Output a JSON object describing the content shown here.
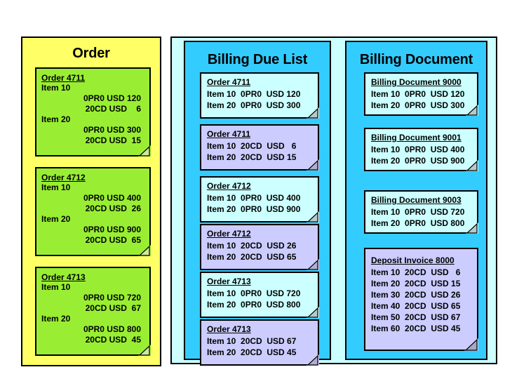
{
  "diagram": {
    "title_order": "Order",
    "title_billing_due_list": "Billing Due List",
    "title_billing_document": "Billing Document",
    "colors": {
      "order_panel": "#ffff66",
      "billing_panel": "#33ccff",
      "outer_container": "#ccffff",
      "order_card": "#99ee33",
      "standard_card": "#ccffff",
      "deposit_card": "#ccccff",
      "border": "#000000"
    }
  },
  "order_column": {
    "cards": [
      {
        "title": "Order 4711",
        "items": [
          {
            "label": "Item 10",
            "prices": [
              "0PR0 USD 120",
              "20CD USD    6"
            ]
          },
          {
            "label": "Item 20",
            "prices": [
              "0PR0 USD 300",
              "20CD USD  15"
            ]
          }
        ]
      },
      {
        "title": "Order 4712",
        "items": [
          {
            "label": "Item 10",
            "prices": [
              "0PR0 USD 400",
              "20CD USD  26"
            ]
          },
          {
            "label": "Item 20",
            "prices": [
              "0PR0 USD 900",
              "20CD USD  65"
            ]
          }
        ]
      },
      {
        "title": "Order 4713",
        "items": [
          {
            "label": "Item 10",
            "prices": [
              "0PR0 USD 720",
              "20CD USD  67"
            ]
          },
          {
            "label": "Item 20",
            "prices": [
              "0PR0 USD 800",
              "20CD USD  45"
            ]
          }
        ]
      }
    ]
  },
  "billing_due_list_column": {
    "cards": [
      {
        "title": "Order 4711",
        "type": "standard",
        "lines": [
          "Item 10  0PR0  USD 120",
          "Item 20  0PR0  USD 300"
        ]
      },
      {
        "title": "Order 4711",
        "type": "deposit",
        "lines": [
          "Item 10  20CD  USD   6",
          "Item 20  20CD  USD 15"
        ]
      },
      {
        "title": "Order 4712",
        "type": "standard",
        "lines": [
          "Item 10  0PR0  USD 400",
          "Item 20  0PR0  USD 900"
        ]
      },
      {
        "title": "Order 4712",
        "type": "deposit",
        "lines": [
          "Item 10  20CD  USD 26",
          "Item 20  20CD  USD 65"
        ]
      },
      {
        "title": "Order 4713",
        "type": "standard",
        "lines": [
          "Item 10  0PR0  USD 720",
          "Item 20  0PR0  USD 800"
        ]
      },
      {
        "title": "Order 4713",
        "type": "deposit",
        "lines": [
          "Item 10  20CD  USD 67",
          "Item 20  20CD  USD 45"
        ]
      }
    ]
  },
  "billing_document_column": {
    "cards": [
      {
        "title": "Billing Document 9000",
        "type": "standard",
        "lines": [
          "Item 10  0PR0  USD 120",
          "Item 20  0PR0  USD 300"
        ]
      },
      {
        "title": "Billing Document 9001",
        "type": "standard",
        "lines": [
          "Item 10  0PR0  USD 400",
          "Item 20  0PR0  USD 900"
        ]
      },
      {
        "title": "Billing Document 9003",
        "type": "standard",
        "lines": [
          "Item 10  0PR0  USD 720",
          "Item 20  0PR0  USD 800"
        ]
      },
      {
        "title": "Deposit Invoice 8000",
        "type": "deposit",
        "lines": [
          "Item 10  20CD  USD   6",
          "Item 20  20CD  USD 15",
          "Item 30  20CD  USD 26",
          "Item 40  20CD  USD 65",
          "Item 50  20CD  USD 67",
          "Item 60  20CD  USD 45"
        ]
      }
    ]
  }
}
